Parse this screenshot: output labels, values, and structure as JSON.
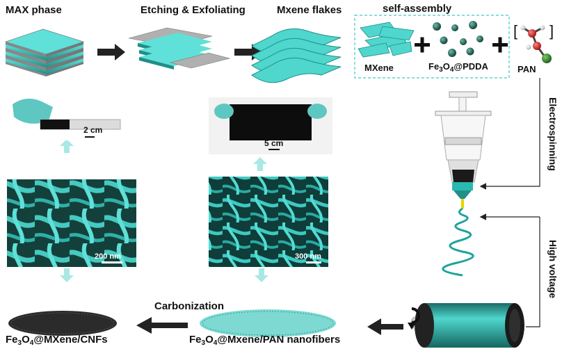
{
  "top": {
    "max_phase": "MAX phase",
    "etching": "Etching & Exfoliating",
    "flakes": "Mxene flakes",
    "self_assembly": "self-assembly",
    "mxene": "MXene",
    "fe3o4_pdda": {
      "pre": "Fe",
      "s1": "3",
      "mid": "O",
      "s2": "4",
      "post": "@PDDA"
    },
    "pan": "PAN"
  },
  "side": {
    "electrospinning": "Electrospinning",
    "high_voltage": "High voltage"
  },
  "photos": {
    "left_scale": "2 cm",
    "mid_scale": "5 cm",
    "left_sem_scale": "200 nm",
    "mid_sem_scale": "300 nm"
  },
  "bottom": {
    "carbonization": "Carbonization",
    "left_product": {
      "pre": "Fe",
      "s1": "3",
      "mid": "O",
      "s2": "4",
      "post": "@MXene/CNFs"
    },
    "mid_product": {
      "pre": "Fe",
      "s1": "3",
      "mid": "O",
      "s2": "4",
      "post": "@Mxene/PAN nanofibers"
    }
  },
  "colors": {
    "teal": "#3ec9c1",
    "dark_teal": "#1f8f88",
    "gray": "#9a9a9a",
    "arrow": "#222222",
    "light_arrow": "#a9e8e4"
  }
}
